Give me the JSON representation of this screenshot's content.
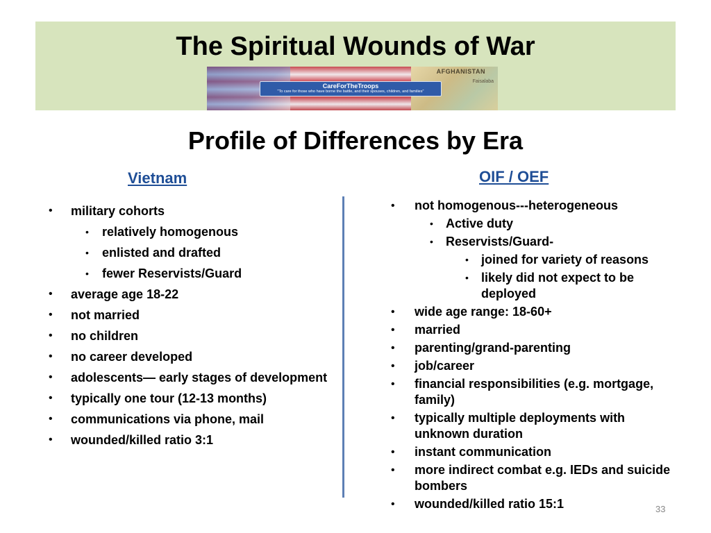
{
  "header": {
    "title": "The Spiritual Wounds of War",
    "banner": {
      "logo_name": "CareForTheTroops",
      "logo_tagline": "\"To care for those who have borne the battle, and their spouses, children, and families\"",
      "map_label": "AFGHANISTAN",
      "map_sublabel": "Faisalaba"
    },
    "band_color": "#d7e4bd"
  },
  "subtitle": "Profile of Differences by Era",
  "bullet_glyph": "•",
  "columns": {
    "left": {
      "heading": "Vietnam",
      "items": [
        {
          "level": 1,
          "text": "military cohorts"
        },
        {
          "level": 2,
          "text": "relatively homogenous"
        },
        {
          "level": 2,
          "text": "enlisted and drafted"
        },
        {
          "level": 2,
          "text": "fewer Reservists/Guard"
        },
        {
          "level": 1,
          "text": "average age 18-22"
        },
        {
          "level": 1,
          "text": "not married"
        },
        {
          "level": 1,
          "text": "no children"
        },
        {
          "level": 1,
          "text": "no career developed"
        },
        {
          "level": 1,
          "text": "adolescents— early stages of development"
        },
        {
          "level": 1,
          "text": "typically one tour (12-13 months)"
        },
        {
          "level": 1,
          "text": "communications via phone, mail"
        },
        {
          "level": 1,
          "text": "wounded/killed ratio 3:1"
        }
      ]
    },
    "right": {
      "heading": "OIF / OEF",
      "items": [
        {
          "level": 1,
          "text": "not homogenous---heterogeneous"
        },
        {
          "level": 2,
          "text": "Active duty"
        },
        {
          "level": 2,
          "text": "Reservists/Guard-"
        },
        {
          "level": 3,
          "text": "joined for variety of reasons"
        },
        {
          "level": 3,
          "text": "likely did not expect to be deployed"
        },
        {
          "level": 1,
          "text": "wide age range: 18-60+"
        },
        {
          "level": 1,
          "text": "married"
        },
        {
          "level": 1,
          "text": "parenting/grand-parenting"
        },
        {
          "level": 1,
          "text": "job/career"
        },
        {
          "level": 1,
          "text": "financial responsibilities (e.g. mortgage, family)"
        },
        {
          "level": 1,
          "text": "typically multiple deployments with unknown duration"
        },
        {
          "level": 1,
          "text": "instant communication"
        },
        {
          "level": 1,
          "text": "more indirect combat e.g. IEDs and suicide bombers"
        },
        {
          "level": 1,
          "text": "wounded/killed ratio 15:1"
        }
      ]
    }
  },
  "page_number": "33",
  "colors": {
    "heading_blue": "#1f4e96",
    "divider": "#5d7fb5"
  }
}
